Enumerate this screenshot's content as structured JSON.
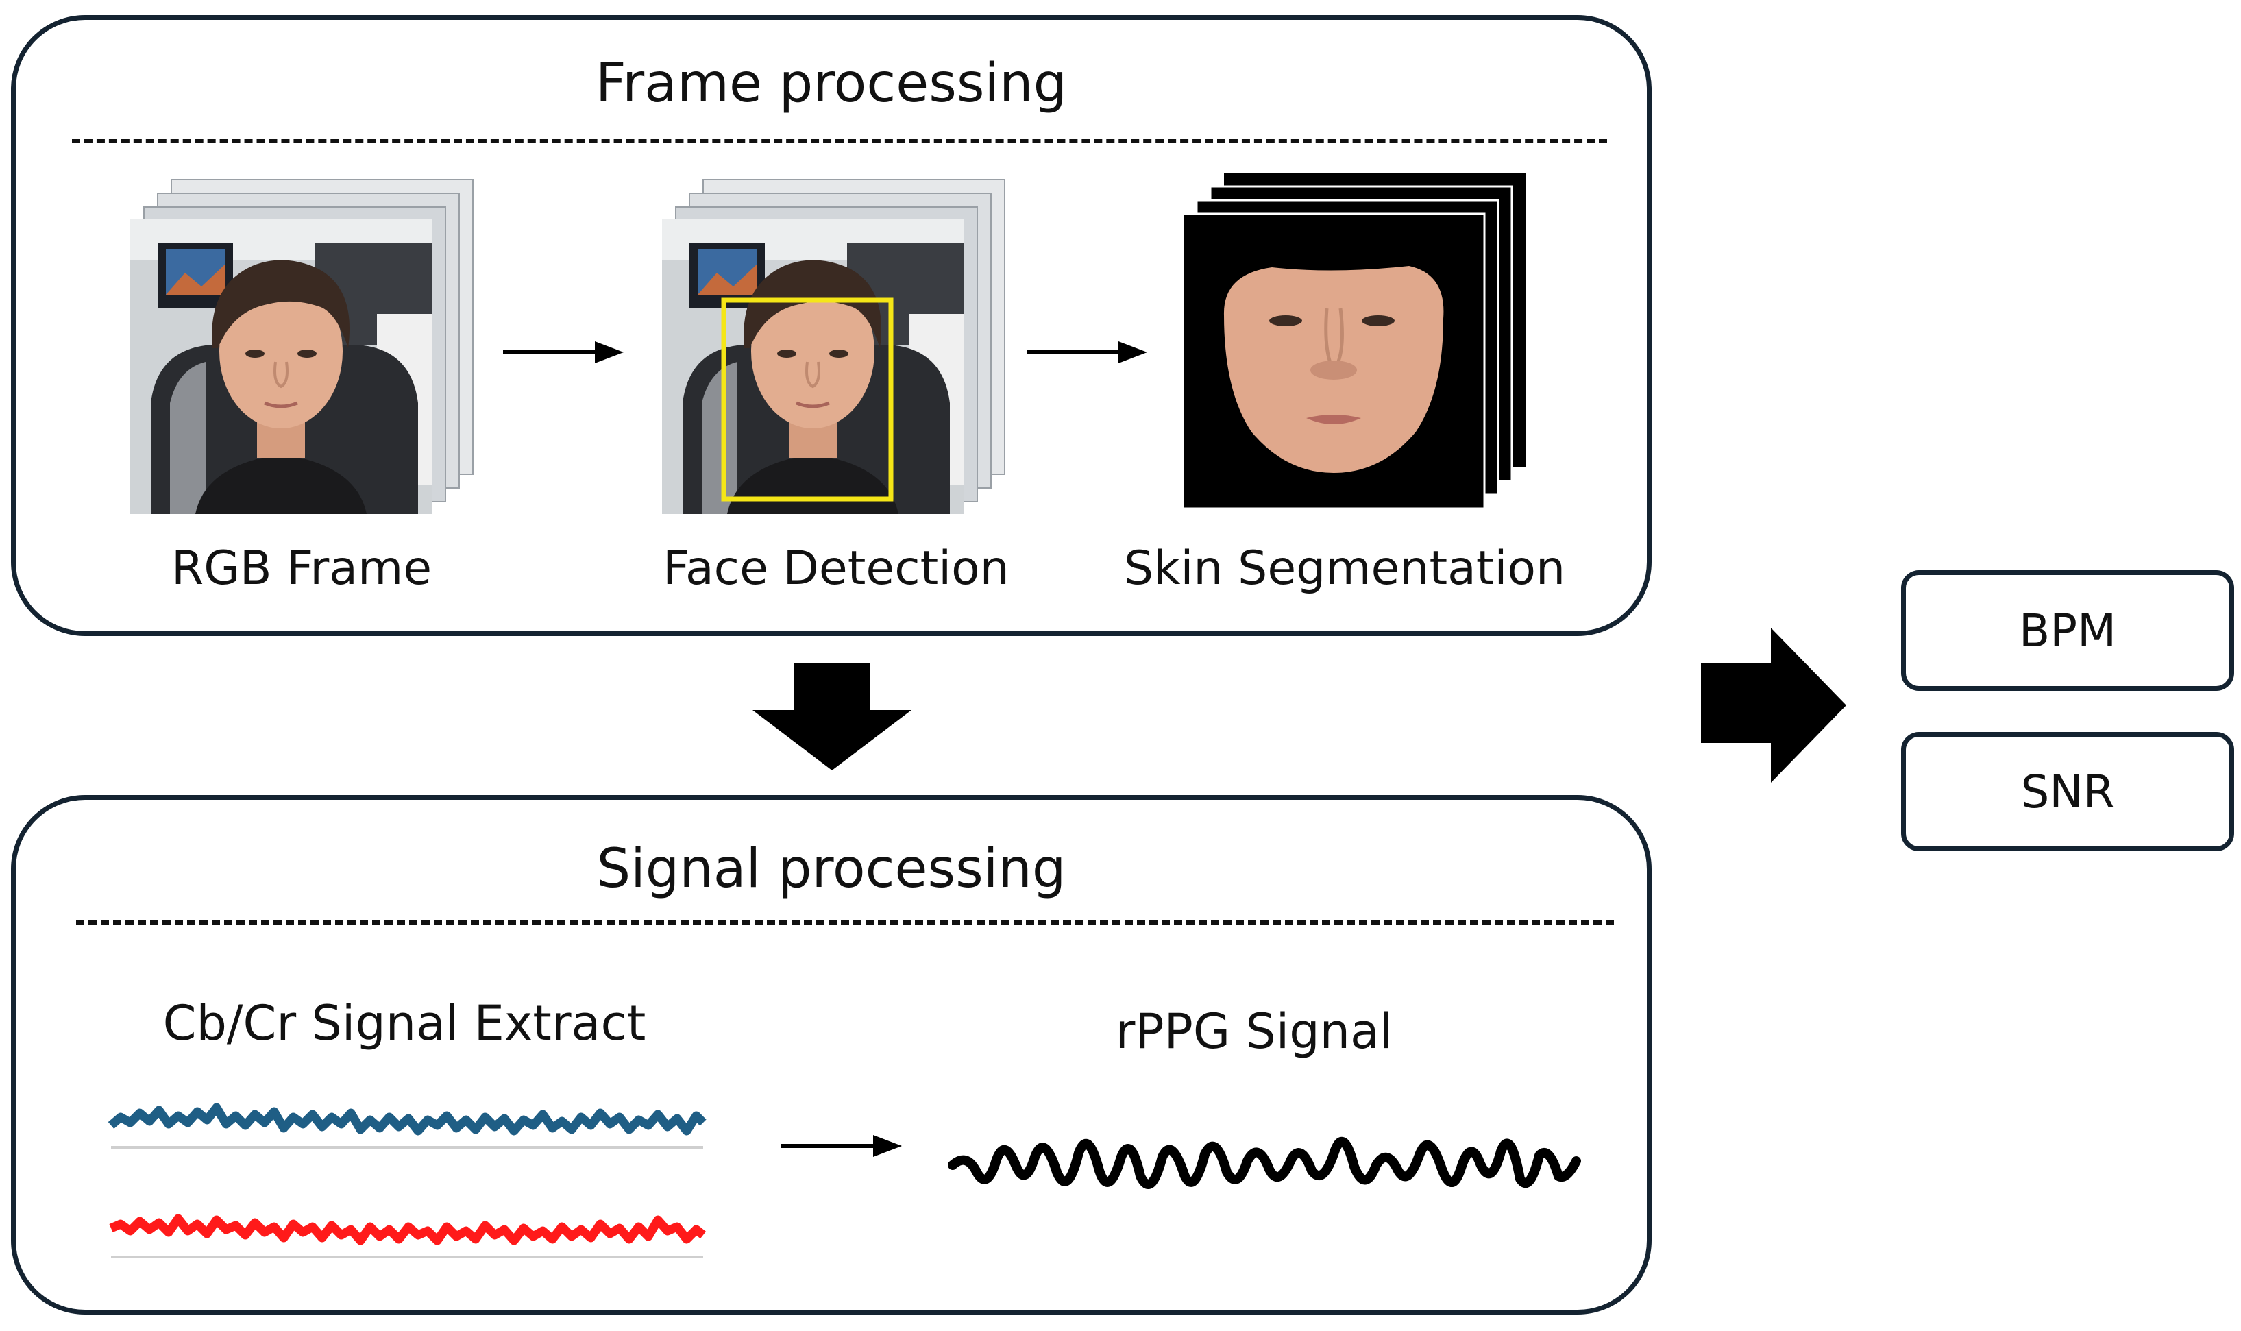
{
  "frame_panel": {
    "title": "Frame processing",
    "steps": [
      {
        "label": "RGB Frame",
        "image": "stacked-video-frames-of-face"
      },
      {
        "label": "Face Detection",
        "image": "face-with-yellow-bounding-box"
      },
      {
        "label": "Skin Segmentation",
        "image": "segmented-face-skin-on-black"
      }
    ]
  },
  "signal_panel": {
    "title": "Signal processing",
    "extract_label": "Cb/Cr Signal Extract",
    "rppg_label": "rPPG Signal"
  },
  "outputs": [
    "BPM",
    "SNR"
  ],
  "colors": {
    "panel_border": "#142331",
    "cb_signal": "#1f5e85",
    "cr_signal": "#ff1a1a",
    "rppg_signal": "#000000",
    "detection_box": "#f5e617",
    "arrow": "#000000"
  }
}
